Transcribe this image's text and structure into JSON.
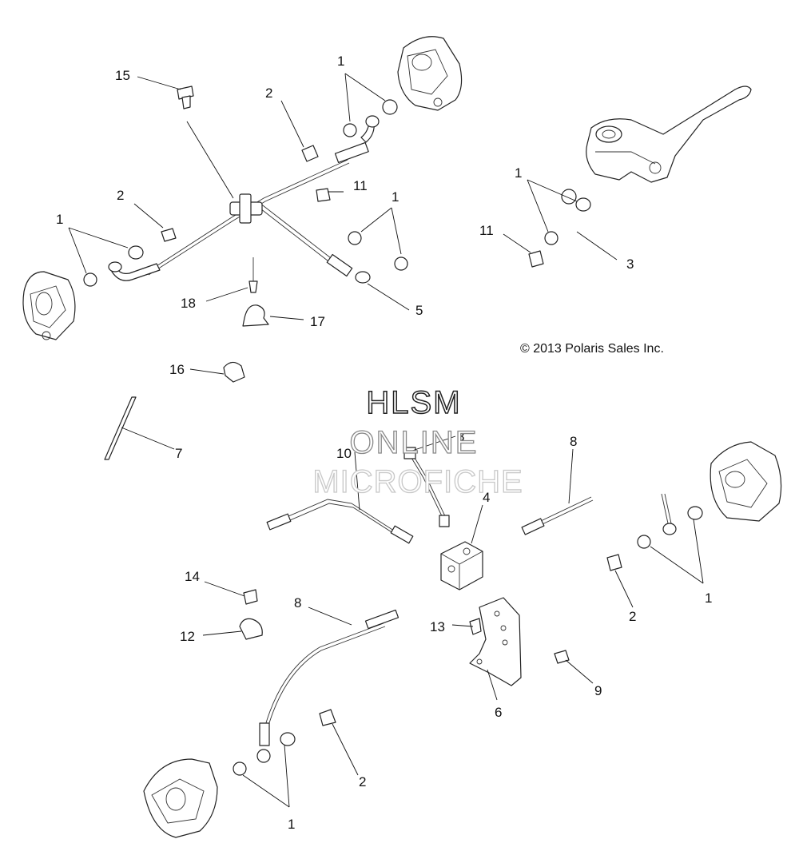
{
  "copyright": "© 2013 Polaris Sales Inc.",
  "watermark": {
    "line1": "HLSM",
    "line2": "ONLINE",
    "line3": "MICROFICHE"
  },
  "callouts": [
    {
      "id": "c1",
      "label": "15"
    },
    {
      "id": "c2",
      "label": "2"
    },
    {
      "id": "c3",
      "label": "1"
    },
    {
      "id": "c4",
      "label": "2"
    },
    {
      "id": "c5",
      "label": "1"
    },
    {
      "id": "c6",
      "label": "11"
    },
    {
      "id": "c7",
      "label": "1"
    },
    {
      "id": "c8",
      "label": "18"
    },
    {
      "id": "c9",
      "label": "17"
    },
    {
      "id": "c10",
      "label": "5"
    },
    {
      "id": "c11",
      "label": "1"
    },
    {
      "id": "c12",
      "label": "11"
    },
    {
      "id": "c13",
      "label": "3"
    },
    {
      "id": "c14",
      "label": "16"
    },
    {
      "id": "c15",
      "label": "7"
    },
    {
      "id": "c16",
      "label": "10"
    },
    {
      "id": "c17",
      "label": "3"
    },
    {
      "id": "c18",
      "label": "8"
    },
    {
      "id": "c19",
      "label": "4"
    },
    {
      "id": "c20",
      "label": "14"
    },
    {
      "id": "c21",
      "label": "12"
    },
    {
      "id": "c22",
      "label": "8"
    },
    {
      "id": "c23",
      "label": "13"
    },
    {
      "id": "c24",
      "label": "2"
    },
    {
      "id": "c25",
      "label": "1"
    },
    {
      "id": "c26",
      "label": "9"
    },
    {
      "id": "c27",
      "label": "6"
    },
    {
      "id": "c28",
      "label": "2"
    },
    {
      "id": "c29",
      "label": "1"
    }
  ]
}
